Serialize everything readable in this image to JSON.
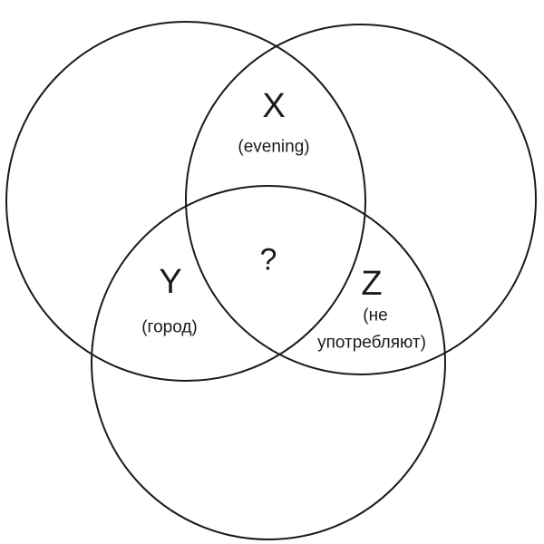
{
  "diagram": {
    "type": "venn",
    "circles": [
      {
        "id": "left"
      },
      {
        "id": "right"
      },
      {
        "id": "bottom"
      }
    ],
    "labels": {
      "x_letter": "X",
      "x_note": "(evening)",
      "y_letter": "Y",
      "y_note": "(город)",
      "z_letter": "Z",
      "z_note_line1": "(не",
      "z_note_line2": "употребляют)",
      "center": "?"
    },
    "colors": {
      "stroke": "#1a1a1a",
      "background": "#ffffff"
    }
  }
}
